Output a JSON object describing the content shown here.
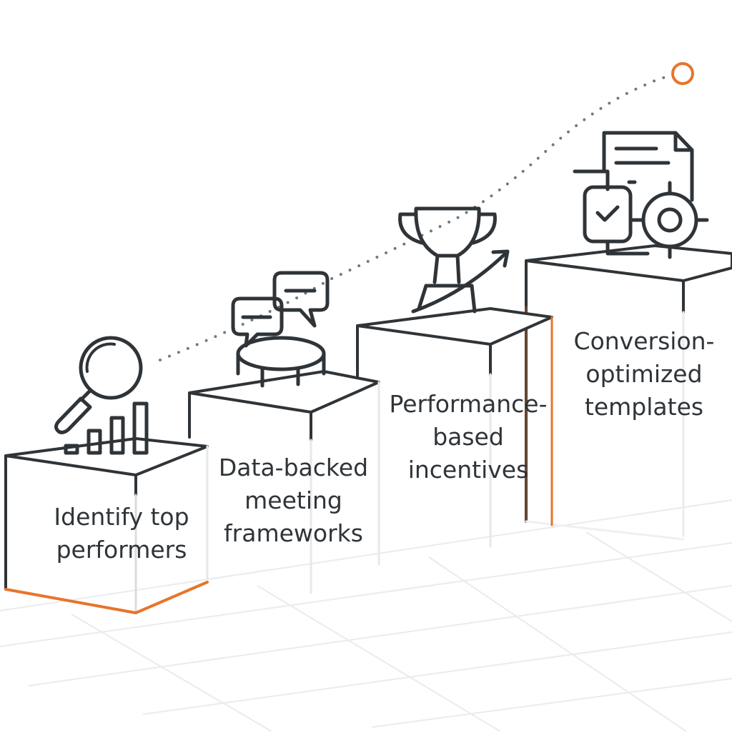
{
  "steps": [
    {
      "line1": "Identify top",
      "line2": "performers",
      "line3": "",
      "icon": "magnifier-bar-chart-icon"
    },
    {
      "line1": "Data-backed",
      "line2": "meeting",
      "line3": "frameworks",
      "icon": "chat-bubbles-table-icon"
    },
    {
      "line1": "Performance-",
      "line2": "based",
      "line3": "incentives",
      "icon": "trophy-arrow-icon"
    },
    {
      "line1": "Conversion-",
      "line2": "optimized",
      "line3": "templates",
      "icon": "document-clipboard-target-icon"
    }
  ],
  "colors": {
    "stroke": "#2f3438",
    "accent": "#e8742a",
    "grid": "#e9ebec",
    "dots": "#6e7b7e"
  }
}
